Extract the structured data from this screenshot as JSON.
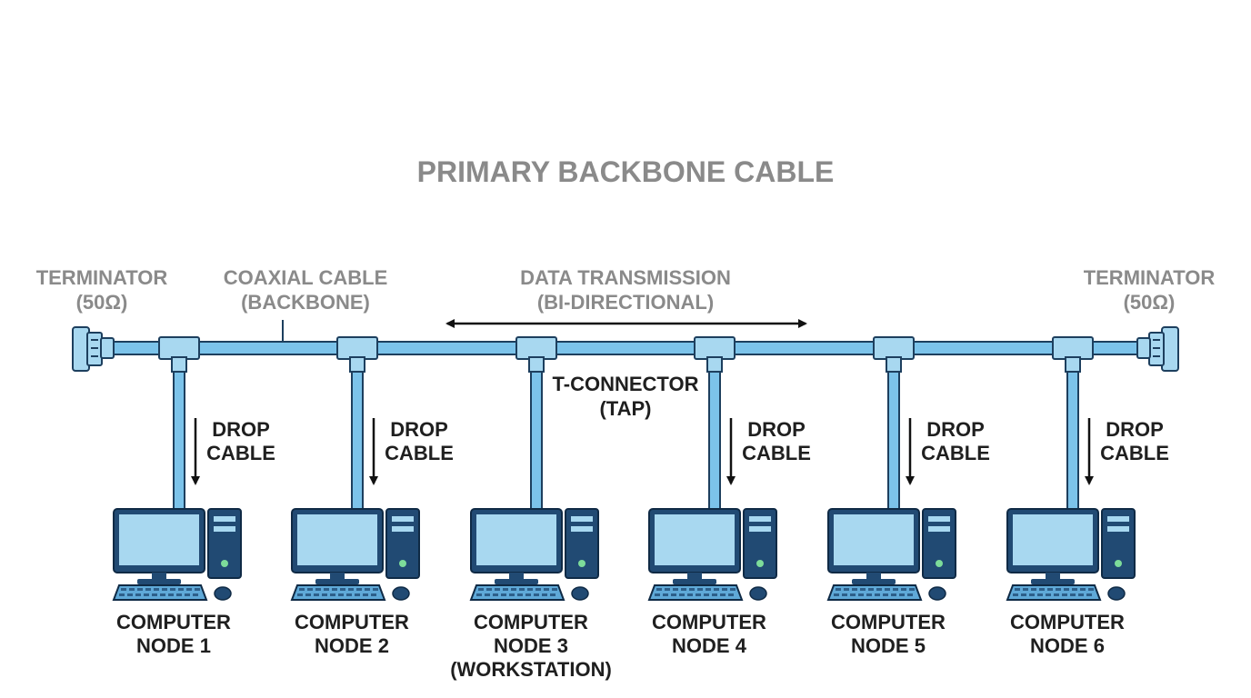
{
  "title": "PRIMARY BACKBONE CABLE",
  "terminator_left": {
    "line1": "TERMINATOR",
    "line2": "(50Ω)"
  },
  "terminator_right": {
    "line1": "TERMINATOR",
    "line2": "(50Ω)"
  },
  "coax": {
    "line1": "COAXIAL CABLE",
    "line2": "(BACKBONE)"
  },
  "data_transmission": {
    "line1": "DATA TRANSMISSION",
    "line2": "(BI-DIRECTIONAL)"
  },
  "tconnector": {
    "line1": "T-CONNECTOR",
    "line2": "(TAP)"
  },
  "drop": {
    "line1": "DROP",
    "line2": "CABLE"
  },
  "nodes": [
    {
      "line1": "COMPUTER",
      "line2": "NODE 1",
      "line3": ""
    },
    {
      "line1": "COMPUTER",
      "line2": "NODE 2",
      "line3": ""
    },
    {
      "line1": "COMPUTER",
      "line2": "NODE 3",
      "line3": "(WORKSTATION)"
    },
    {
      "line1": "COMPUTER",
      "line2": "NODE 4",
      "line3": ""
    },
    {
      "line1": "COMPUTER",
      "line2": "NODE 5",
      "line3": ""
    },
    {
      "line1": "COMPUTER",
      "line2": "NODE 6",
      "line3": ""
    }
  ],
  "colors": {
    "cable": "#7cc3ea",
    "cable_outline": "#1d3f5e",
    "screen": "#a8d8f0",
    "device": "#214a73",
    "keyboard": "#5fa9d8"
  }
}
